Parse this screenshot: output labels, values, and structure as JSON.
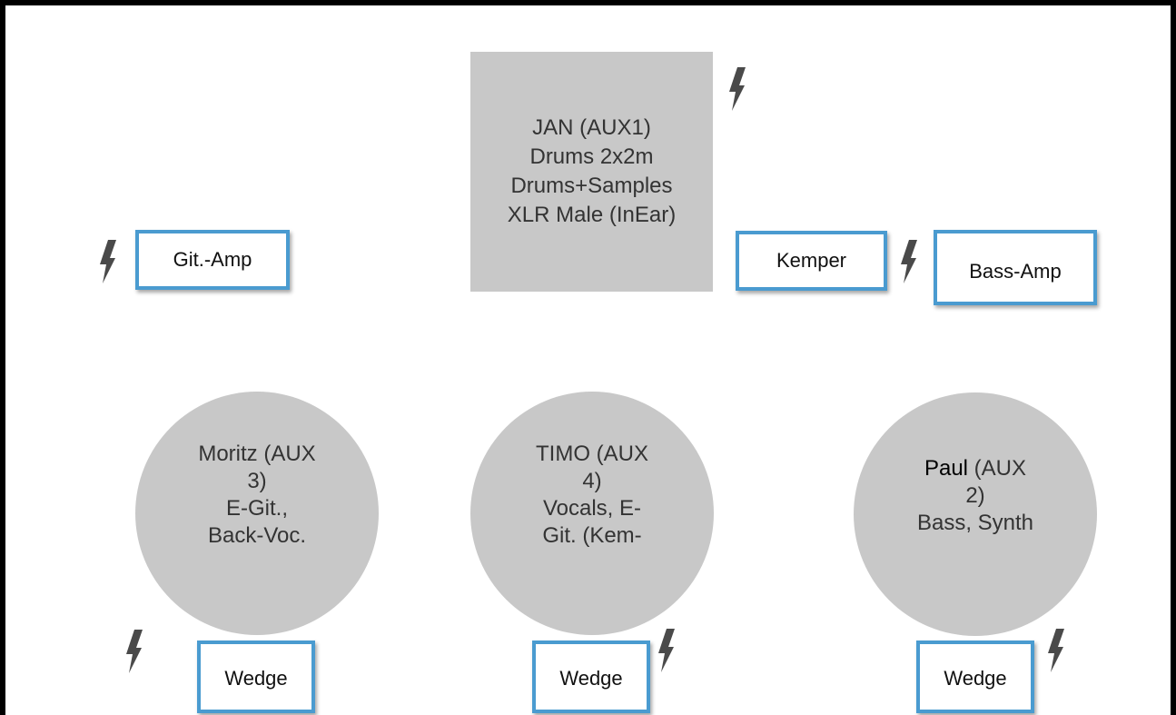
{
  "drums": {
    "lines": [
      "JAN (AUX1)",
      "Drums 2x2m",
      "Drums+Samples",
      "XLR Male (InEar)"
    ]
  },
  "persons": {
    "moritz": {
      "lines": [
        "Moritz (AUX",
        "3)",
        "E-Git.,",
        "Back-Voc."
      ]
    },
    "timo": {
      "lines": [
        "TIMO (AUX",
        "4)",
        "Vocals, E-",
        "Git. (Kem-"
      ]
    },
    "paul": {
      "name": "Paul",
      "name_suffix": " (AUX",
      "lines": [
        "2)",
        "Bass, Synth"
      ]
    }
  },
  "boxes": {
    "git_amp": "Git.-Amp",
    "kemper": "Kemper",
    "bass_amp": "Bass-Amp",
    "wedge_left": "Wedge",
    "wedge_center": "Wedge",
    "wedge_right": "Wedge"
  },
  "icons": {
    "power": "power-outlet-bolt-icon"
  },
  "colors": {
    "box_border": "#4a9bd0",
    "fill_gray": "#c8c8c8",
    "bolt": "#4a4a4a"
  }
}
